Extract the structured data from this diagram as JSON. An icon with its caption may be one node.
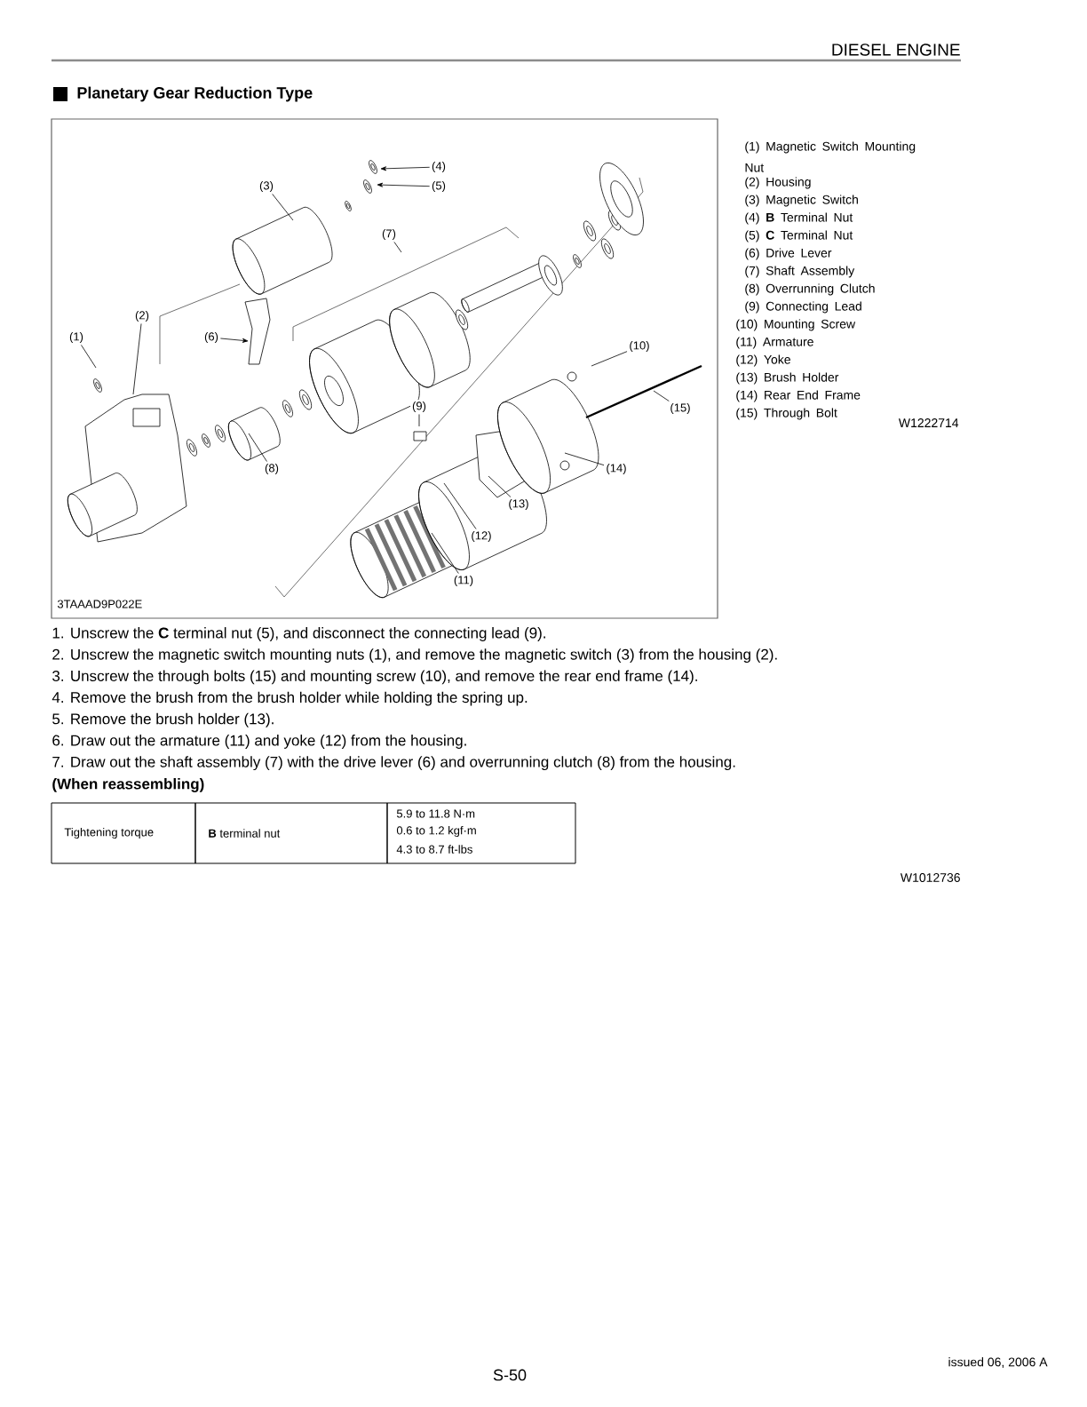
{
  "diagram": {
    "title": "Planetary Gear Reduction Type",
    "nodes": [
      {
        "text": [
          "(1)"
        ]
      },
      {
        "text": [
          "(2)"
        ]
      },
      {
        "text": [
          "(3)"
        ]
      },
      {
        "text": [
          "(4)"
        ]
      },
      {
        "text": [
          "(5)"
        ]
      },
      {
        "text": [
          "(6)"
        ]
      },
      {
        "text": [
          "(7)"
        ]
      },
      {
        "text": [
          "(8)"
        ]
      },
      {
        "text": [
          "(9)"
        ]
      },
      {
        "text": [
          "(10)"
        ]
      },
      {
        "text": [
          "(11)"
        ]
      },
      {
        "text": [
          "(12)"
        ]
      },
      {
        "text": [
          "(13)"
        ]
      },
      {
        "text": [
          "(14)"
        ]
      },
      {
        "text": [
          "(15)"
        ]
      }
    ],
    "edges": [
      {
        "from": 0,
        "to": null,
        "arrow": "none"
      },
      {
        "from": 1,
        "to": null,
        "arrow": "none"
      },
      {
        "from": 2,
        "to": null,
        "arrow": "none"
      },
      {
        "from": 3,
        "to": null,
        "arrow": "to"
      },
      {
        "from": 4,
        "to": null,
        "arrow": "to"
      },
      {
        "from": 5,
        "to": null,
        "arrow": "to"
      },
      {
        "from": 6,
        "to": null,
        "arrow": "none"
      },
      {
        "from": 7,
        "to": null,
        "arrow": "none"
      },
      {
        "from": 8,
        "to": null,
        "arrow": "none"
      },
      {
        "from": 9,
        "to": null,
        "arrow": "none"
      },
      {
        "from": 10,
        "to": null,
        "arrow": "none"
      },
      {
        "from": 11,
        "to": null,
        "arrow": "none"
      },
      {
        "from": 12,
        "to": null,
        "arrow": "none"
      },
      {
        "from": 13,
        "to": null,
        "arrow": "none"
      },
      {
        "from": 14,
        "to": null,
        "arrow": "none"
      }
    ],
    "labels": [
      "DIESEL ENGINE",
      "(1) Magnetic Switch Mounting Nut",
      "(2) Housing",
      "(3) Magnetic Switch",
      "(4) **B** Terminal Nut",
      "(5) **C** Terminal Nut",
      "(6) Drive Lever",
      "(7) Shaft Assembly",
      "(8) Overrunning Clutch",
      "(9) Connecting Lead",
      "(10) Mounting Screw",
      "(11) Armature",
      "(12) Yoke",
      "(13) Brush Holder",
      "(14) Rear End Frame",
      "(15) Through Bolt",
      "W1222714",
      "3TAAAD9P022E",
      "1. Unscrew the **C** terminal nut (5), and disconnect the connecting lead (9).",
      "2. Unscrew the magnetic switch mounting nuts (1), and remove the magnetic switch (3) from the housing (2).",
      "3. Unscrew the through bolts (15) and mounting screw (10), and remove the rear end frame (14).",
      "4. Remove the brush from the brush holder while holding the spring up.",
      "5. Remove the brush holder (13).",
      "6. Draw out the armature (11) and yoke (12) from the housing.",
      "7. Draw out the shaft assembly (7) with the drive lever (6) and overrunning clutch (8) from the housing.",
      "(When reassembling)",
      "Tightening torque",
      "**B** terminal nut",
      "5.9 to 11.8 N·m",
      "0.6 to 1.2 kgf·m",
      "4.3 to 8.7 ft-lbs",
      "W1012736",
      "issued 06, 2006 A",
      "S-50"
    ]
  }
}
